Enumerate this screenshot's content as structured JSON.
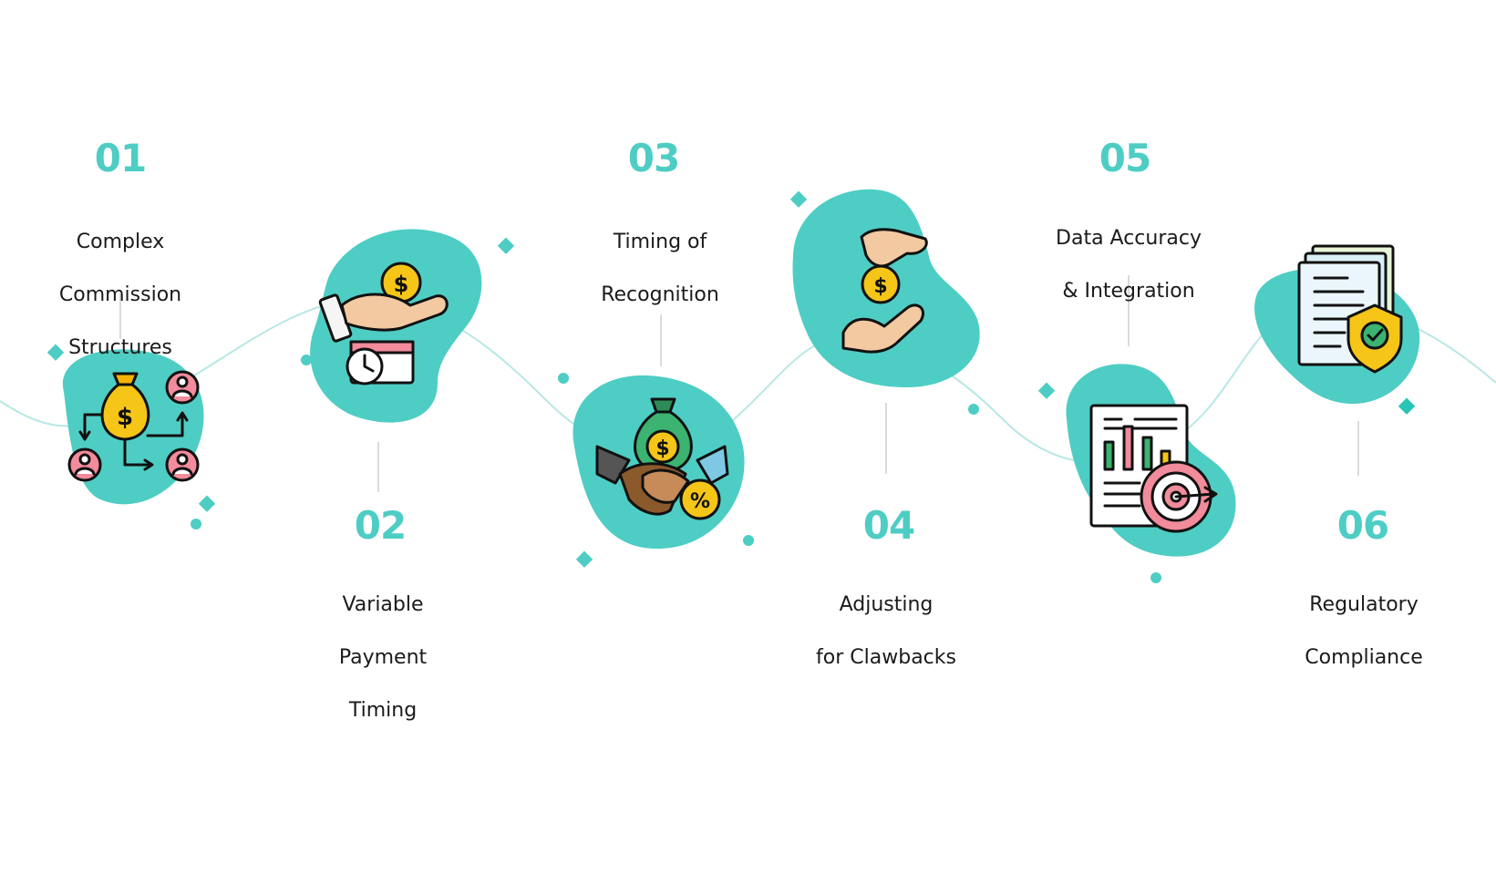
{
  "colors": {
    "accent": "#4ecdc4",
    "text": "#1a1a1a",
    "connector": "#b8e8e4",
    "divider": "#cfcfcf"
  },
  "steps": [
    {
      "number": "01",
      "lines": [
        "Complex",
        "Commission",
        "Structures"
      ],
      "icon": "money-bag-distribution-icon"
    },
    {
      "number": "02",
      "lines": [
        "Variable",
        "Payment",
        "Timing"
      ],
      "icon": "hand-coin-calendar-clock-icon"
    },
    {
      "number": "03",
      "lines": [
        "Timing of",
        "Recognition"
      ],
      "icon": "money-bag-handshake-percent-icon"
    },
    {
      "number": "04",
      "lines": [
        "Adjusting",
        "for Clawbacks"
      ],
      "icon": "hand-giving-coin-icon"
    },
    {
      "number": "05",
      "lines": [
        "Data Accuracy",
        "& Integration"
      ],
      "icon": "report-chart-target-icon"
    },
    {
      "number": "06",
      "lines": [
        "Regulatory",
        "Compliance"
      ],
      "icon": "documents-shield-check-icon"
    }
  ]
}
